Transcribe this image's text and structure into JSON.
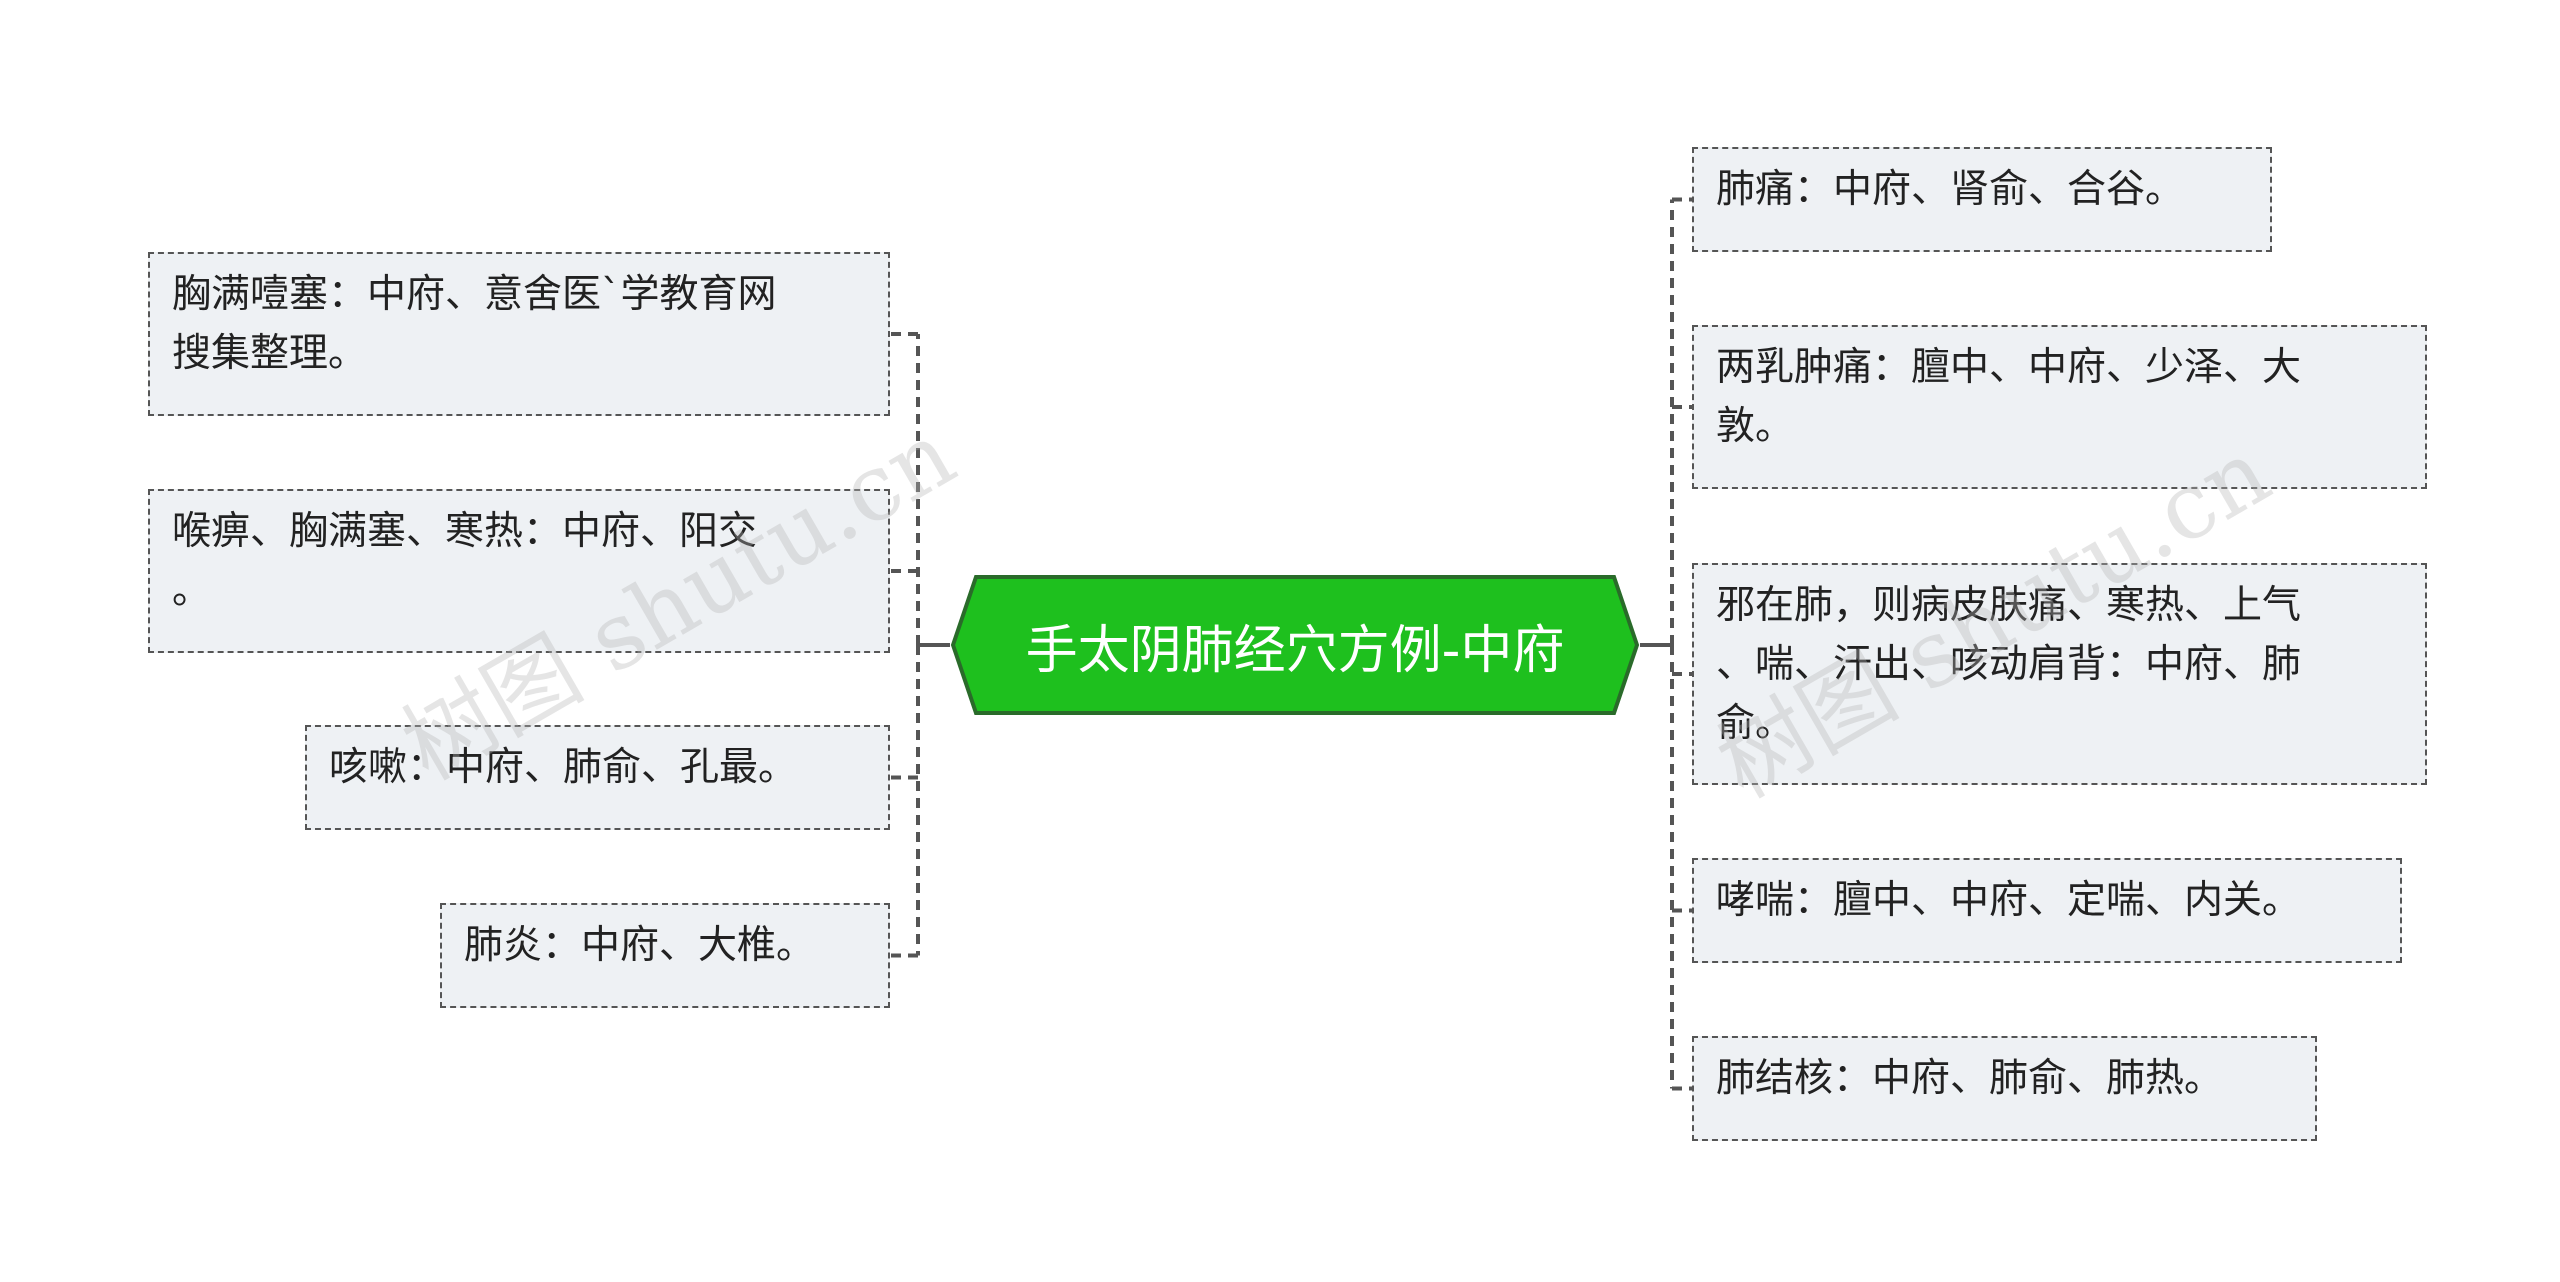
{
  "root": {
    "label": "手太阴肺经穴方例-中府",
    "fill_color": "#1ec01e",
    "border_color": "#2a6b2a"
  },
  "left_branches": [
    {
      "lines": [
        "胸满噎塞：中府、意舍医`学教育网",
        "搜集整理。"
      ]
    },
    {
      "lines": [
        "喉痹、胸满塞、寒热：中府、阳交",
        "。"
      ]
    },
    {
      "lines": [
        "咳嗽：中府、肺俞、孔最。"
      ]
    },
    {
      "lines": [
        "肺炎：中府、大椎。"
      ]
    }
  ],
  "right_branches": [
    {
      "lines": [
        "肺痛：中府、肾俞、合谷。"
      ]
    },
    {
      "lines": [
        "两乳肿痛：膻中、中府、少泽、大",
        "敦。"
      ]
    },
    {
      "lines": [
        "邪在肺，则病皮肤痛、寒热、上气",
        "、喘、汗出、咳动肩背：中府、肺",
        "俞。"
      ]
    },
    {
      "lines": [
        "哮喘：膻中、中府、定喘、内关。"
      ]
    },
    {
      "lines": [
        "肺结核：中府、肺俞、肺热。"
      ]
    }
  ],
  "watermarks": [
    "树图 shutu.cn",
    "树图 shutu.cn"
  ],
  "colors": {
    "node_fill": "#eef1f4",
    "node_border": "#555555",
    "connector": "#555555"
  }
}
